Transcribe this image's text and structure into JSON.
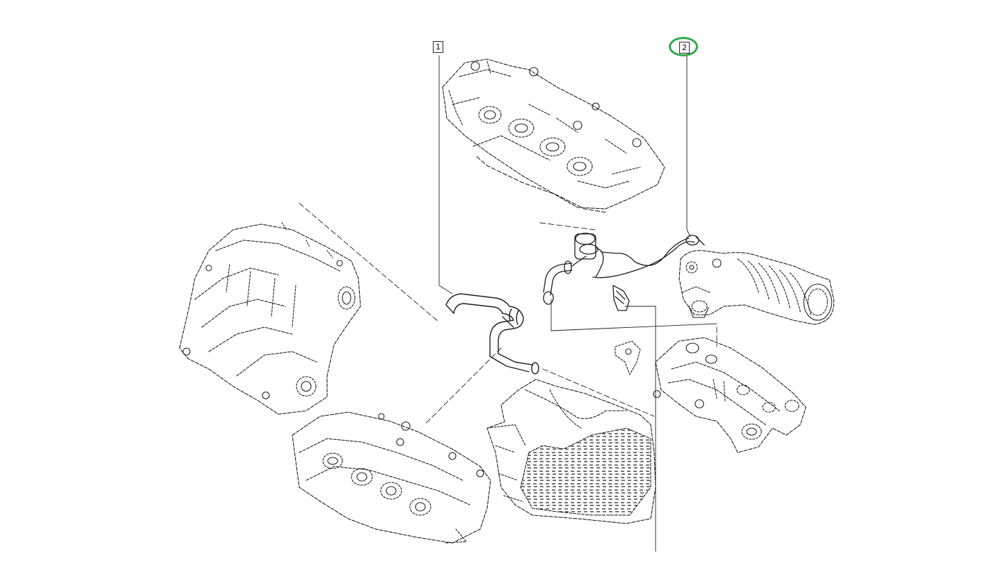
{
  "diagram": {
    "part_labels": [
      {
        "id": "1",
        "text": "1"
      },
      {
        "id": "2",
        "text": "2"
      }
    ],
    "colors": {
      "line": "#1e1e1e",
      "background": "#ffffff",
      "highlight": "#2ea84a",
      "label_bg": "#f6f6f6"
    }
  }
}
